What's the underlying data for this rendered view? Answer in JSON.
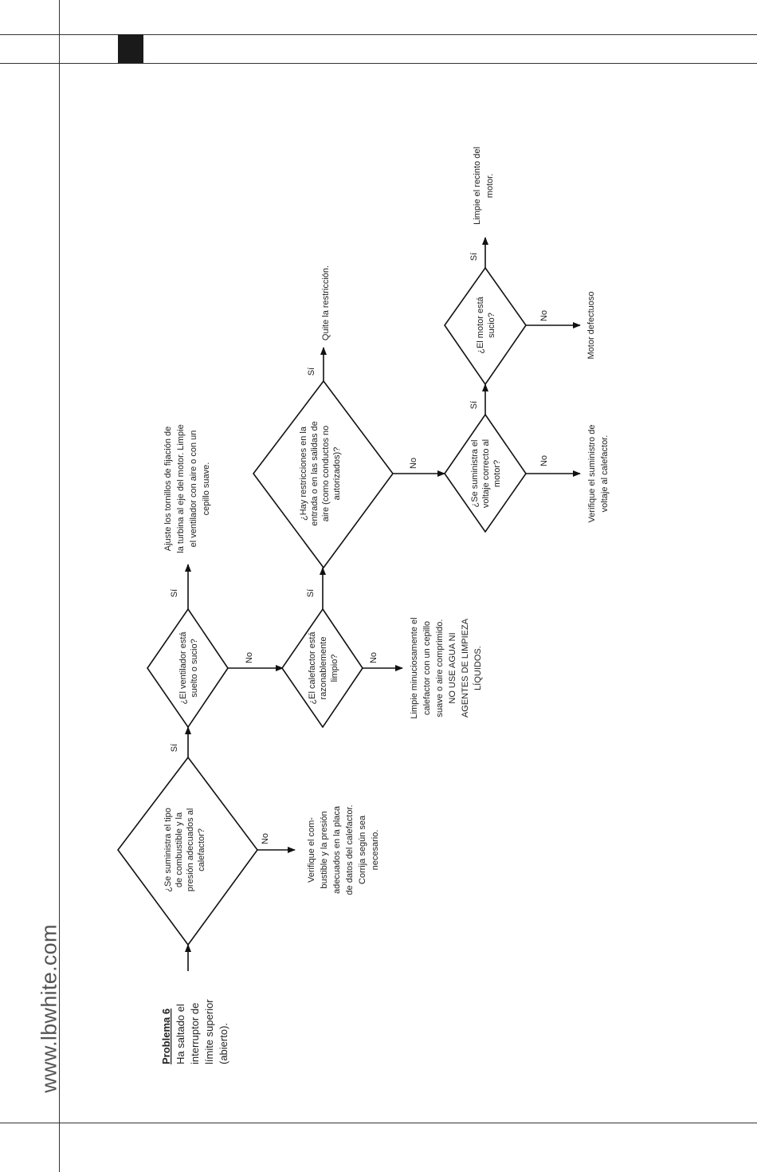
{
  "site": "www.lbwhite.com",
  "problem": {
    "title": "Problema 6",
    "lines": [
      "Ha saltado el",
      "interruptor de",
      "límite superior",
      "(abierto)."
    ]
  },
  "decisions": {
    "d1": [
      "¿Se suministra el tipo",
      "de combustible y la",
      "presión adecuados al",
      "calefactor?"
    ],
    "d2": [
      "¿El ventilador está",
      "suelto o sucio?"
    ],
    "d3": [
      "¿El calefactor está",
      "razonablemente",
      "limpio?"
    ],
    "d4": [
      "¿Hay restricciones en la",
      "entrada o en las salidas de",
      "aire (como conductos no",
      "autorizados)?"
    ],
    "d5": [
      "¿Se suministra el",
      "voltaje correcto al",
      "motor?"
    ],
    "d6": [
      "¿El motor está",
      "sucio?"
    ]
  },
  "actions": {
    "a1": [
      "Verifique el com-",
      "bustible y la presión",
      "adecuados en la placa",
      "de datos del calefactor.",
      "Corrija según sea",
      "necesario."
    ],
    "a2": [
      "Ajuste los tornillos de fijación de",
      "la turbina al eje del motor. Limpie",
      "el ventilador con aire o con un",
      "cepillo suave."
    ],
    "a3": [
      "Limpie minuciosamente el",
      "calefactor con un cepillo",
      "suave o aire comprimido.",
      "NO USE AGUA NI",
      "AGENTES DE LIMPIEZA",
      "LÍQUIDOS."
    ],
    "a4": [
      "Quite la restricción."
    ],
    "a5": [
      "Verifique el suministro de",
      "voltaje al calefactor."
    ],
    "a6": [
      "Motor defectuoso"
    ],
    "a7": [
      "Limpie el recinto del",
      "motor."
    ]
  },
  "labels": {
    "yes": "Sí",
    "no": "No"
  }
}
